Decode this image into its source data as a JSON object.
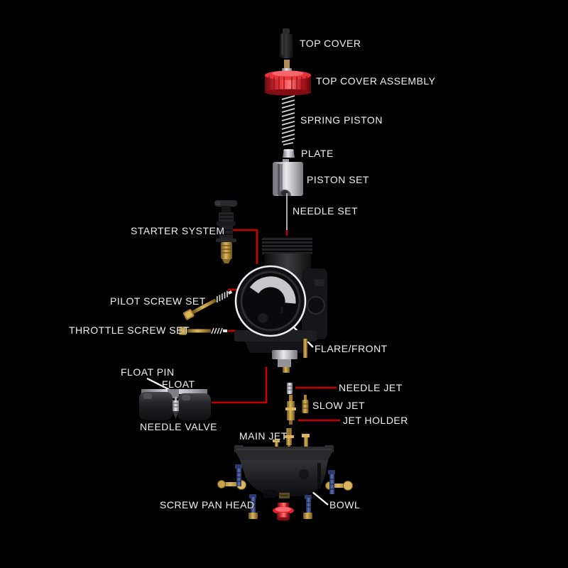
{
  "diagram": {
    "title_context": "carburetor exploded parts diagram",
    "background_color": "#000000",
    "connector_red": "#c80000",
    "connector_white": "#ffffff",
    "label_color": "#f1f1f1",
    "accent_colors": {
      "red_anodized": "#d42028",
      "brass": "#c9a24c",
      "silver": "#c8c8cc",
      "blue_screw": "#4a5fa5"
    },
    "labels": {
      "top_cover": "TOP COVER",
      "top_cover_assembly": "TOP COVER ASSEMBLY",
      "spring_piston": "SPRING PISTON",
      "plate": "PLATE",
      "piston_set": "PISTON SET",
      "needle_set": "NEEDLE SET",
      "starter_system": "STARTER SYSTEM",
      "pilot_screw_set": "PILOT SCREW SET",
      "throttle_screw_set": "THROTTLE SCREW SET",
      "flare_front": "FLARE/FRONT",
      "float_pin": "FLOAT PIN",
      "float": "FLOAT",
      "needle_valve": "NEEDLE VALVE",
      "needle_jet": "NEEDLE JET",
      "slow_jet": "SLOW JET",
      "jet_holder": "JET HOLDER",
      "main_jet": "MAIN JET",
      "screw_pan_head": "SCREW PAN HEAD",
      "bowl": "BOWL"
    }
  }
}
